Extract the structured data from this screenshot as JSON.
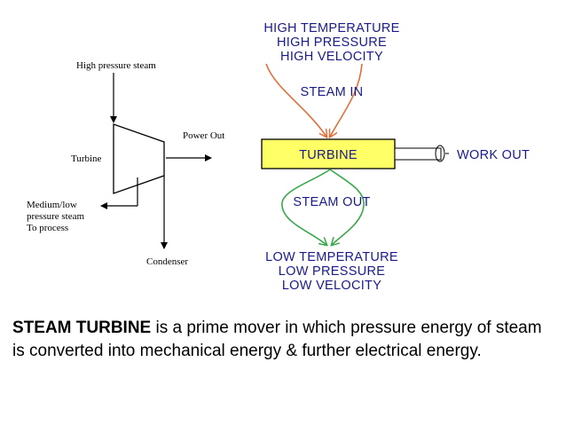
{
  "left_diagram": {
    "inlet_label": "High pressure steam",
    "machine_label": "Turbine",
    "power_label": "Power Out",
    "extraction_label_lines": [
      "Medium/low",
      "pressure steam",
      "To process"
    ],
    "exhaust_label": "Condenser"
  },
  "right_diagram": {
    "inlet_conditions": [
      "HIGH TEMPERATURE",
      "HIGH PRESSURE",
      "HIGH VELOCITY"
    ],
    "inlet_label": "STEAM IN",
    "turbine_label": "TURBINE",
    "output_label": "WORK OUT",
    "outlet_label": "STEAM OUT",
    "outlet_conditions": [
      "LOW TEMPERATURE",
      "LOW PRESSURE",
      "LOW VELOCITY"
    ],
    "colors": {
      "text": "#1a1a8c",
      "turbine_fill": "#ffff66",
      "inlet_arrows": "#e0703a",
      "outlet_arrows": "#3aa84a"
    }
  },
  "caption": {
    "term": "STEAM TURBINE",
    "definition": " is a prime mover in which pressure energy of steam is converted into mechanical energy & further electrical energy."
  }
}
